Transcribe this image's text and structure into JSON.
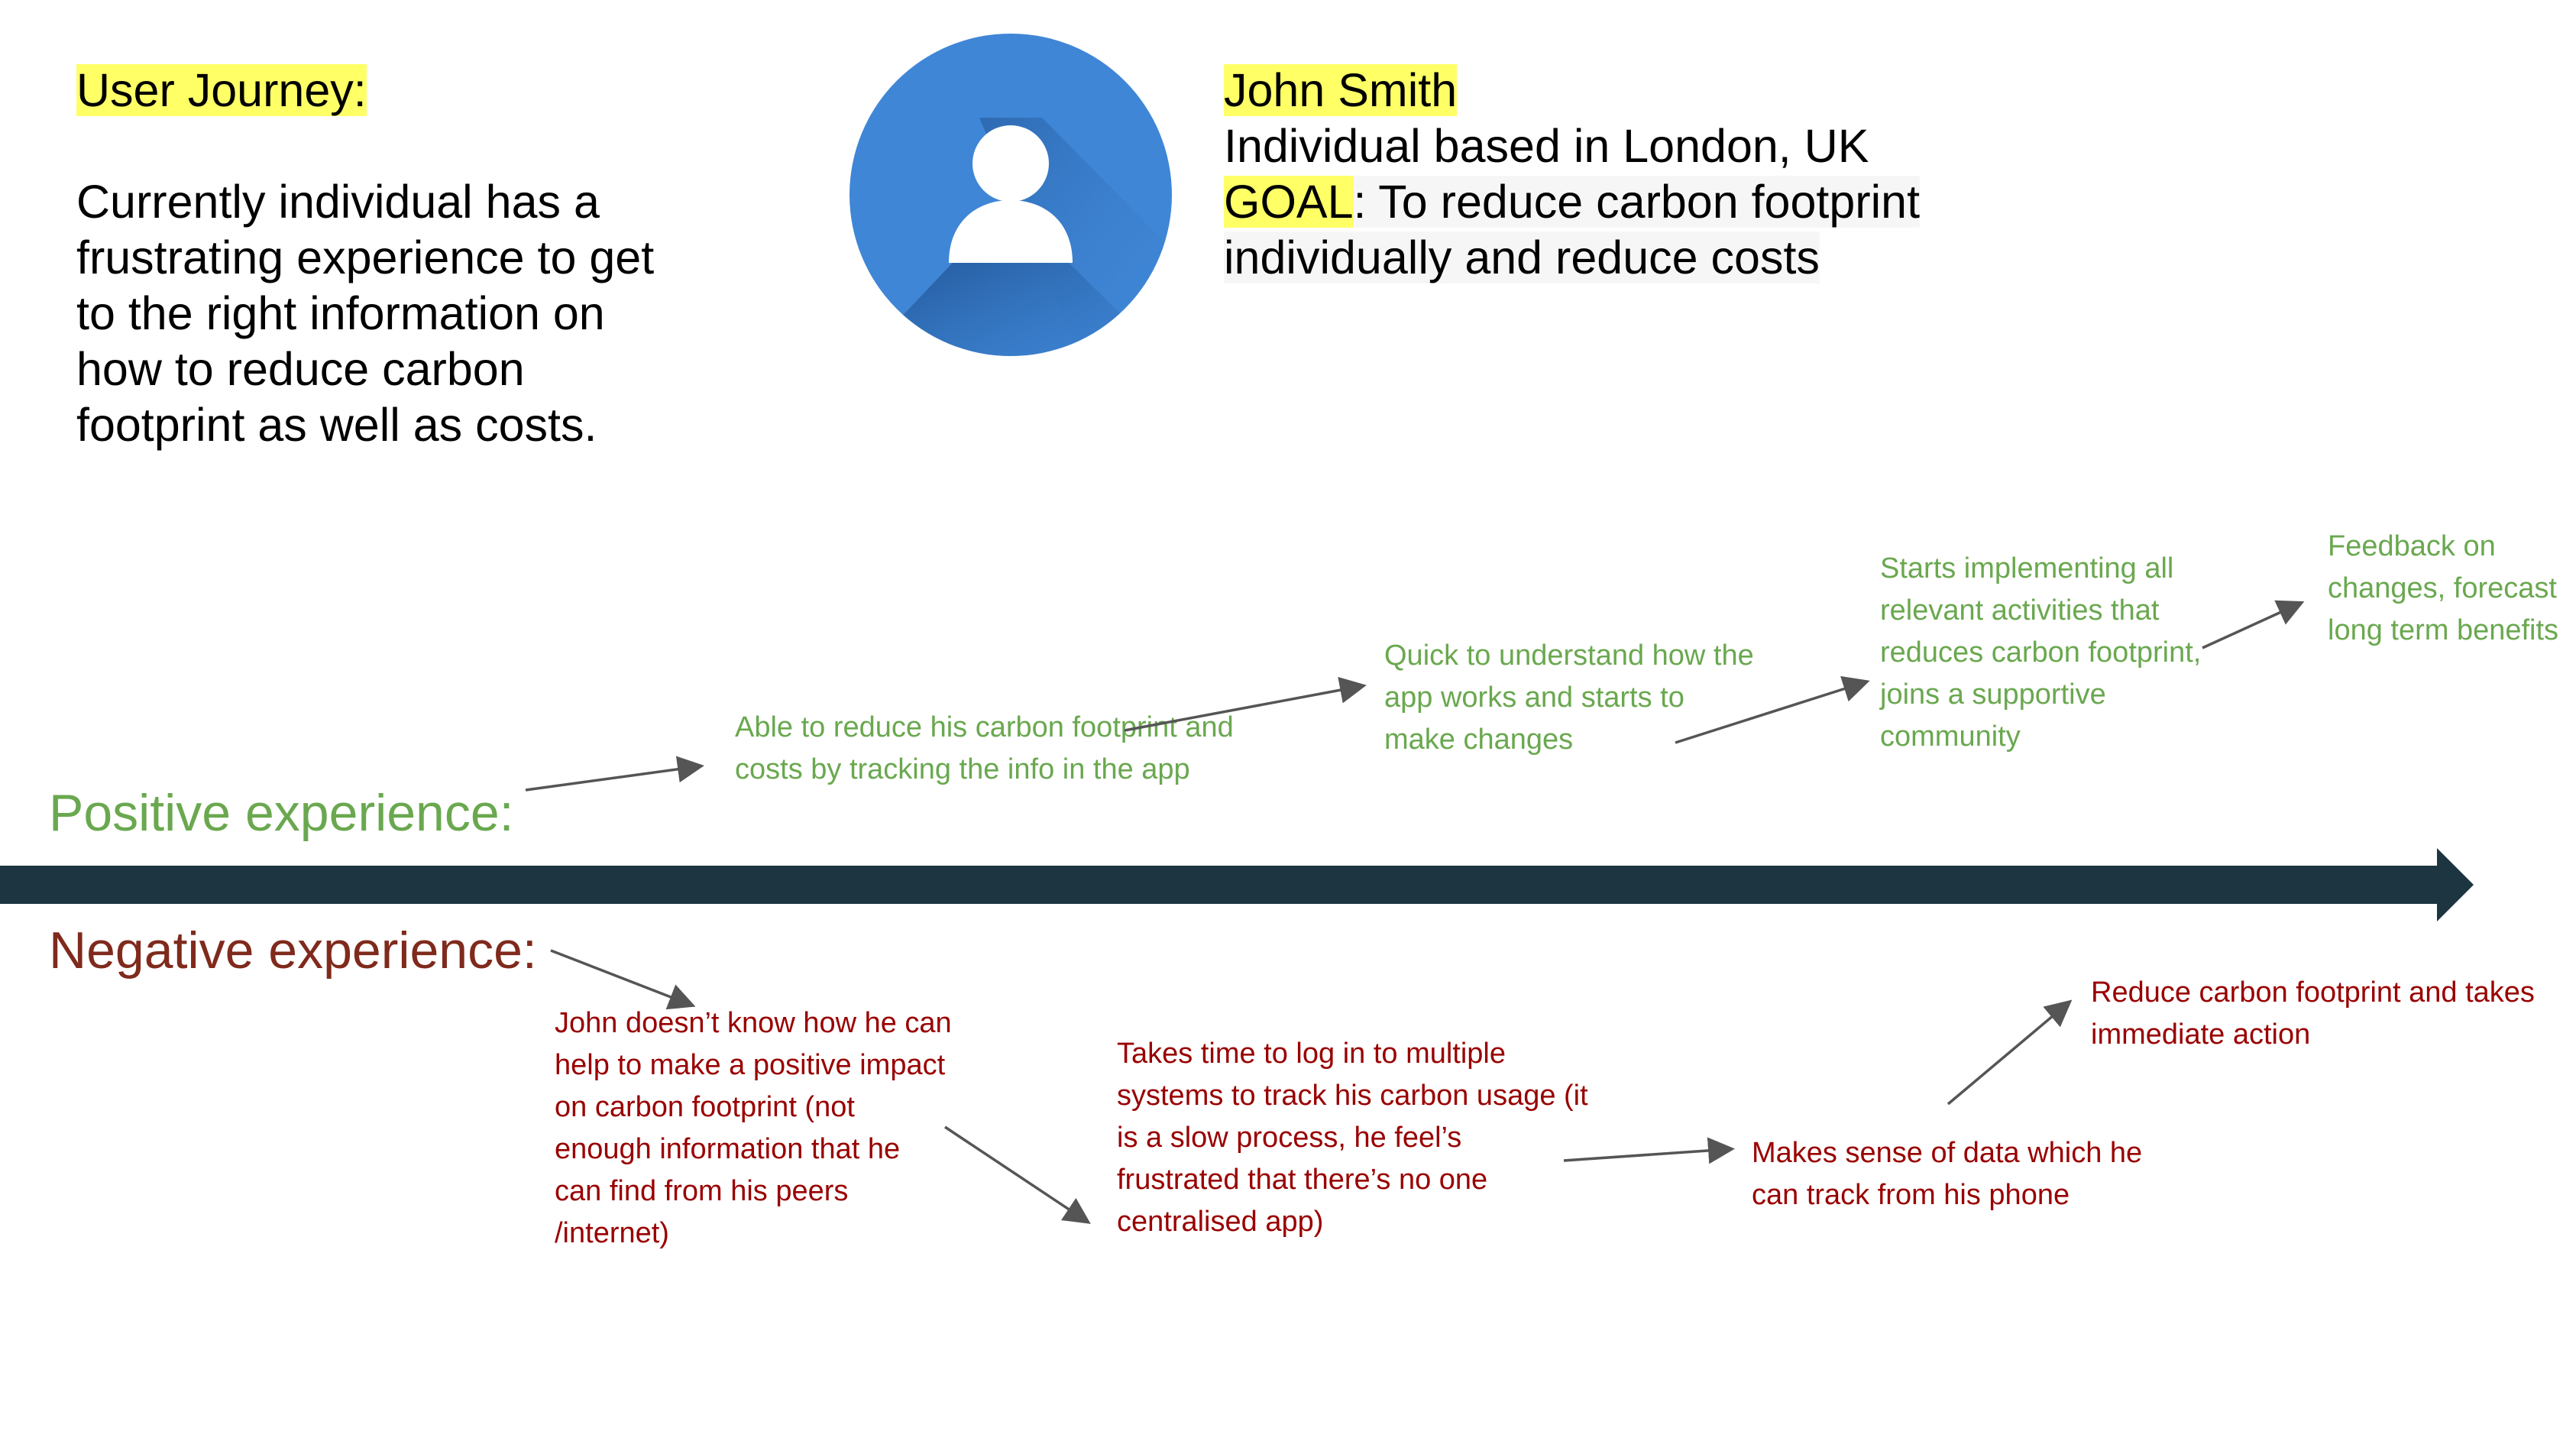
{
  "header": {
    "journey_title": "User Journey:",
    "journey_description": "Currently individual has a frustrating experience to get to the right information on how to reduce carbon footprint as well as costs.",
    "persona_name": "John Smith",
    "persona_location": "Individual based in London, UK",
    "goal_label": "GOAL",
    "goal_text": ": To reduce carbon footprint",
    "goal_text_2": "individually and reduce costs"
  },
  "avatar": {
    "icon": "user-avatar-icon",
    "circle_color": "#3f86d6",
    "figure_color": "#ffffff"
  },
  "timeline": {
    "color": "#1d3540"
  },
  "positive": {
    "label": "Positive experience:",
    "color": "#6aa84f",
    "steps": [
      "Able to reduce his carbon footprint and costs by tracking the info in the app",
      "Quick to understand how the app works and starts to make changes",
      "Starts implementing all relevant activities that reduces carbon footprint, joins a supportive community",
      "Feedback on changes, forecast long term benefits"
    ]
  },
  "negative": {
    "label": "Negative experience:",
    "color": "#990000",
    "steps": [
      "John doesn’t know how he can help to make a positive impact on carbon footprint (not enough information that he can find from his peers /internet)",
      "Takes  time to log in to multiple systems to track his carbon usage (it is a slow process, he feel’s frustrated that there’s no one centralised app)",
      "Makes sense of data which he can track from his phone",
      "Reduce carbon footprint and takes immediate action"
    ]
  },
  "arrow_color": "#555555"
}
